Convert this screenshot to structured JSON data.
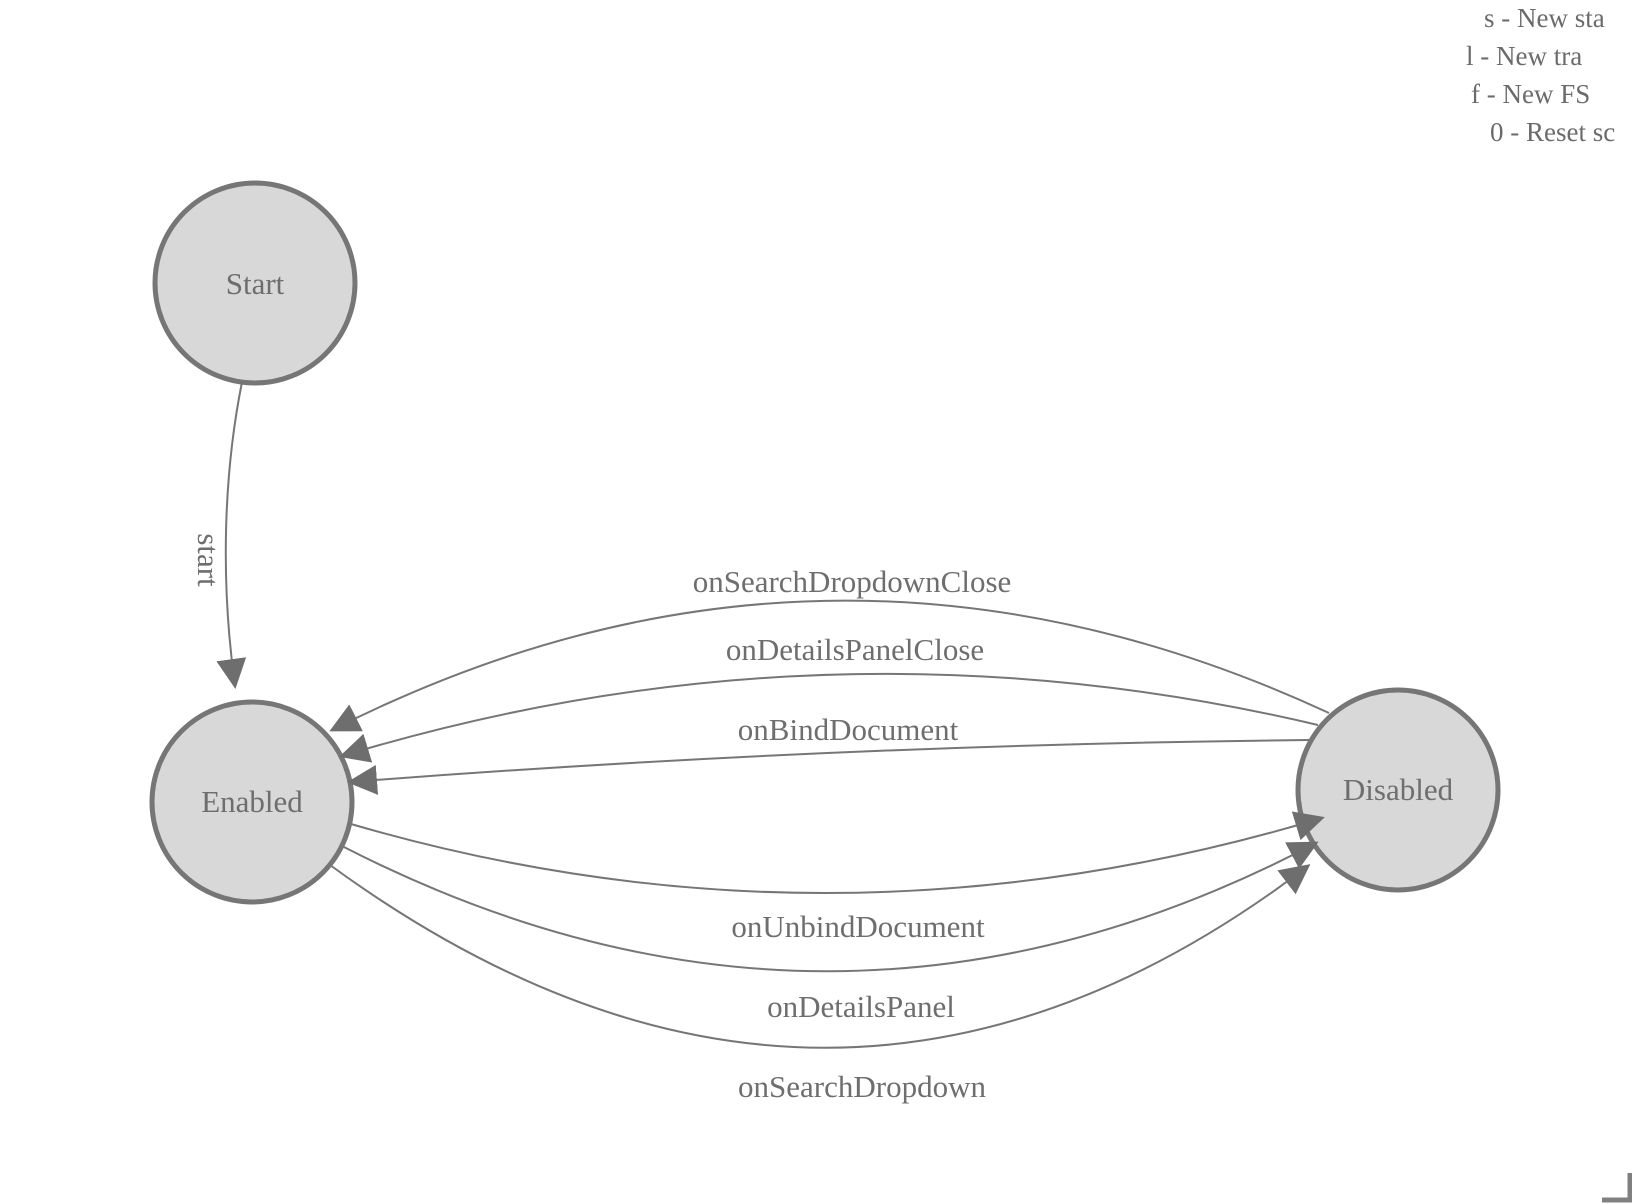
{
  "diagram": {
    "nodes": {
      "start": {
        "label": "Start"
      },
      "enabled": {
        "label": "Enabled"
      },
      "disabled": {
        "label": "Disabled"
      }
    },
    "edges": {
      "start_to_enabled": {
        "label": "start",
        "from": "Start",
        "to": "Enabled"
      },
      "disabled_to_enabled": [
        {
          "label": "onSearchDropdownClose",
          "from": "Disabled",
          "to": "Enabled"
        },
        {
          "label": "onDetailsPanelClose",
          "from": "Disabled",
          "to": "Enabled"
        },
        {
          "label": "onBindDocument",
          "from": "Disabled",
          "to": "Enabled"
        }
      ],
      "enabled_to_disabled": [
        {
          "label": "onUnbindDocument",
          "from": "Enabled",
          "to": "Disabled"
        },
        {
          "label": "onDetailsPanel",
          "from": "Enabled",
          "to": "Disabled"
        },
        {
          "label": "onSearchDropdown",
          "from": "Enabled",
          "to": "Disabled"
        }
      ]
    }
  },
  "shortcuts": {
    "lines": [
      "s - New sta",
      "l - New tra",
      "f - New FS",
      "0 - Reset sc"
    ]
  },
  "colors": {
    "background": "#ffffff",
    "node_fill": "#d8d8d8",
    "node_stroke": "#767676",
    "edge_stroke": "#767676",
    "arrow_fill": "#6e6e6e",
    "label_text": "#6e6e6e",
    "hint_text": "#6b6b6b"
  }
}
